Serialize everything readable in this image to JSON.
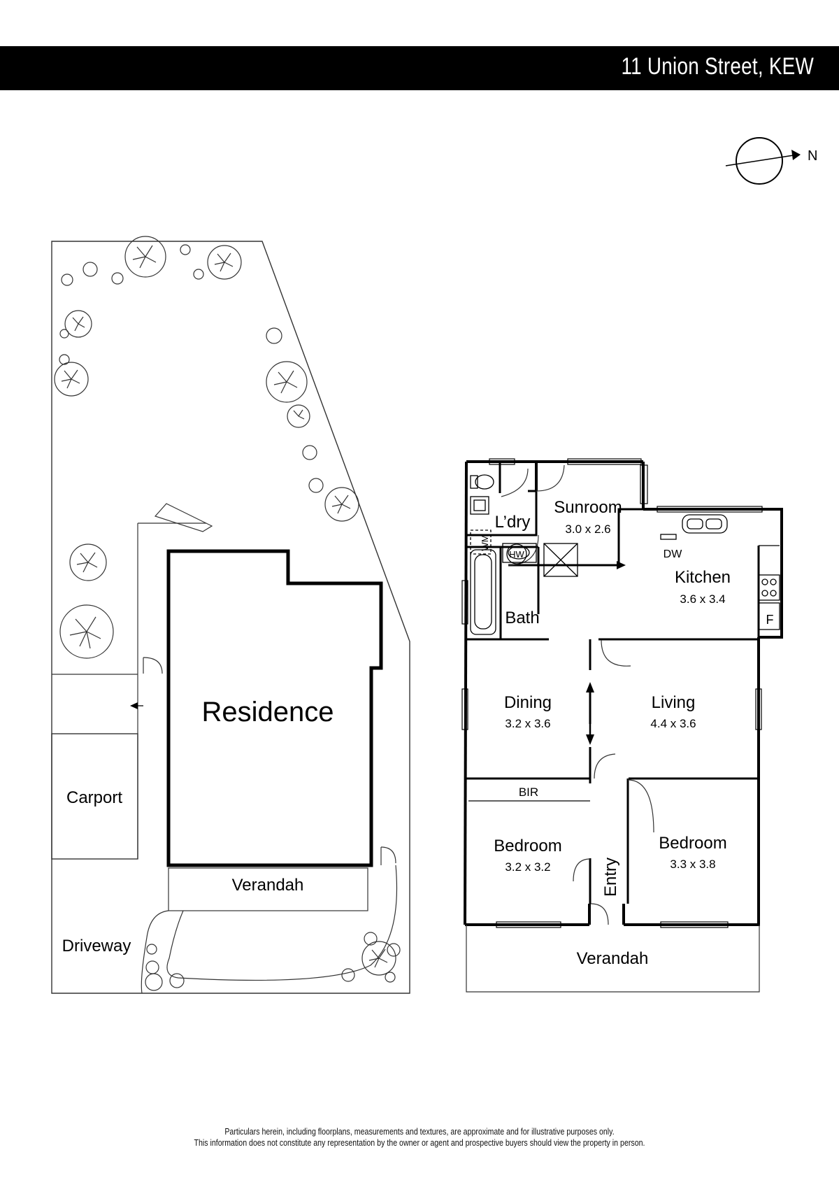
{
  "header": {
    "title": "11 Union Street, KEW"
  },
  "compass": {
    "label": "N"
  },
  "site_plan": {
    "residence": "Residence",
    "carport": "Carport",
    "verandah": "Verandah",
    "driveway": "Driveway"
  },
  "floor_plan": {
    "rooms": {
      "sunroom": {
        "name": "Sunroom",
        "size": "3.0 x 2.6"
      },
      "laundry": {
        "name": "L’dry"
      },
      "kitchen": {
        "name": "Kitchen",
        "size": "3.6 x 3.4"
      },
      "bath": {
        "name": "Bath"
      },
      "dining": {
        "name": "Dining",
        "size": "3.2 x 3.6"
      },
      "living": {
        "name": "Living",
        "size": "4.4 x 3.6"
      },
      "bir": {
        "name": "BIR"
      },
      "bedroom1": {
        "name": "Bedroom",
        "size": "3.2 x 3.2"
      },
      "bedroom2": {
        "name": "Bedroom",
        "size": "3.3 x 3.8"
      },
      "entry": {
        "name": "Entry"
      },
      "verandah": {
        "name": "Verandah"
      }
    },
    "fixtures": {
      "washing_machine": "WM",
      "hot_water": "HW",
      "dishwasher": "DW",
      "fridge": "F"
    }
  },
  "disclaimer": {
    "line1": "Particulars herein, including floorplans, measurements and textures, are approximate and for illustrative purposes only.",
    "line2": "This information does not constitute any representation by the owner or agent and prospective buyers should view the property in person."
  }
}
